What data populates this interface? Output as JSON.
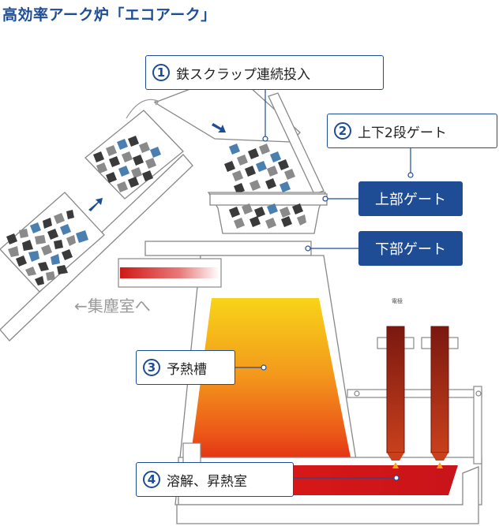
{
  "title": "高効率アーク炉「エコアーク」",
  "callouts": {
    "c1": {
      "num": "1",
      "label": "鉄スクラップ連続投入"
    },
    "c2": {
      "num": "2",
      "label": "上下2段ゲート"
    },
    "c3": {
      "num": "3",
      "label": "予熱槽"
    },
    "c4": {
      "num": "4",
      "label": "溶解、昇熱室"
    }
  },
  "gates": {
    "upper": "上部ゲート",
    "lower": "下部ゲート"
  },
  "dust_label": "←集塵室へ",
  "electrode_label": "電極",
  "colors": {
    "accent": "#1e4d96",
    "scrap_dark": "#3a3a3a",
    "scrap_gray": "#8a8a8a",
    "scrap_blue": "#4a7fb0",
    "melt_red": "#d4161a",
    "preheat_yellow": "#f8cc18"
  }
}
